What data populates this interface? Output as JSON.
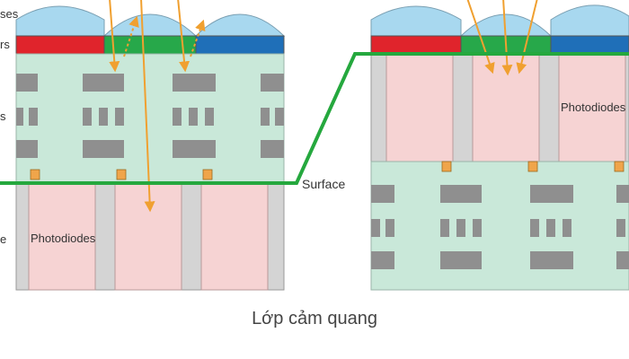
{
  "left_panel": {
    "label_lenses": "ses",
    "label_filters": "rs",
    "label_wiring": "s",
    "label_photodiode": "e",
    "photodiode_label": "Photodiodes"
  },
  "right_panel": {
    "photodiode_label": "Photodiodes"
  },
  "surface_label": "Surface",
  "caption": "Lớp cảm quang",
  "colors": {
    "lens": "#a8d8ef",
    "filter_red": "#e0242c",
    "filter_green": "#27a84a",
    "filter_blue": "#1f6fb8",
    "substrate": "#c9e8d9",
    "photodiode": "#f6d3d3",
    "separator": "#d4d4d4",
    "wire": "#8f8f8f",
    "contact": "#f0a54a",
    "surface_line": "#25a83e",
    "light_ray": "#f0a030"
  }
}
